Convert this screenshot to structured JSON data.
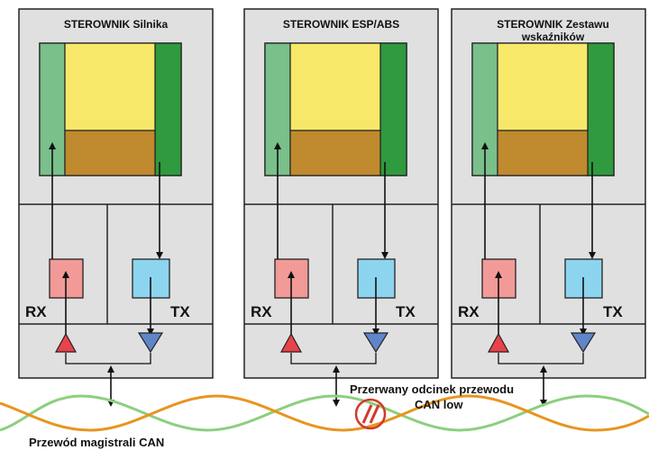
{
  "colors": {
    "panel": "#e0e0e0",
    "light_green": "#79c08a",
    "dark_green": "#2f9a3e",
    "yellow": "#f8e86a",
    "brown": "#c08a2e",
    "rx_box": "#f29a98",
    "tx_box": "#8dd5ef",
    "rx_triangle": "#e8434b",
    "tx_triangle": "#5f86c8",
    "wire_green": "#8ccf7e",
    "wire_orange": "#e8951f",
    "break_red": "#d23a2a"
  },
  "controllers": [
    {
      "title_lines": [
        "STEROWNIK Silnika"
      ],
      "rx_label": "RX",
      "tx_label": "TX"
    },
    {
      "title_lines": [
        "STEROWNIK ESP/ABS"
      ],
      "rx_label": "RX",
      "tx_label": "TX"
    },
    {
      "title_lines": [
        "STEROWNIK Zestawu",
        "wskaźników"
      ],
      "rx_label": "RX",
      "tx_label": "TX"
    }
  ],
  "annotations": {
    "break_line1": "Przerwany odcinek przewodu",
    "break_line2": "CAN low",
    "bus_label": "Przewód magistrali CAN"
  }
}
